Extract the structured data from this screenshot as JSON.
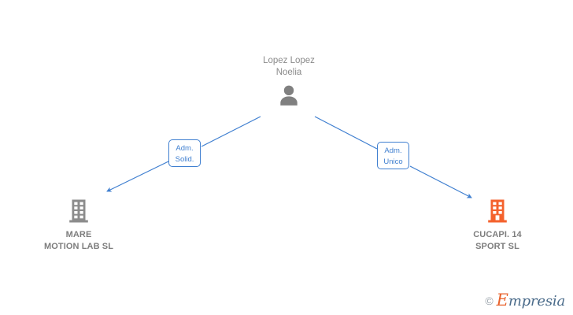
{
  "diagram": {
    "type": "org-relationship-graph",
    "background_color": "#ffffff",
    "edge_color": "#3f7fd0",
    "person_color": "#808080",
    "company_inactive_color": "#8c8c8c",
    "company_active_color": "#f4622d"
  },
  "person": {
    "name": "Lopez Lopez\nNoelia",
    "icon": "person-icon",
    "color": "#808080"
  },
  "companies": [
    {
      "id": "mare-motion-lab",
      "name": "MARE\nMOTION LAB  SL",
      "icon": "building-icon",
      "color": "#8c8c8c"
    },
    {
      "id": "cucapi-14-sport",
      "name": "CUCAPI. 14\nSPORT  SL",
      "icon": "building-icon",
      "color": "#f4622d"
    }
  ],
  "edges": [
    {
      "id": "edge-left",
      "from": "person",
      "to": "mare-motion-lab",
      "label": "Adm.\nSolid.",
      "color": "#3f7fd0"
    },
    {
      "id": "edge-right",
      "from": "person",
      "to": "cucapi-14-sport",
      "label": "Adm.\nUnico",
      "color": "#3f7fd0"
    }
  ],
  "watermark": {
    "copyright": "©",
    "brand_initial": "E",
    "brand_rest": "mpresia"
  }
}
